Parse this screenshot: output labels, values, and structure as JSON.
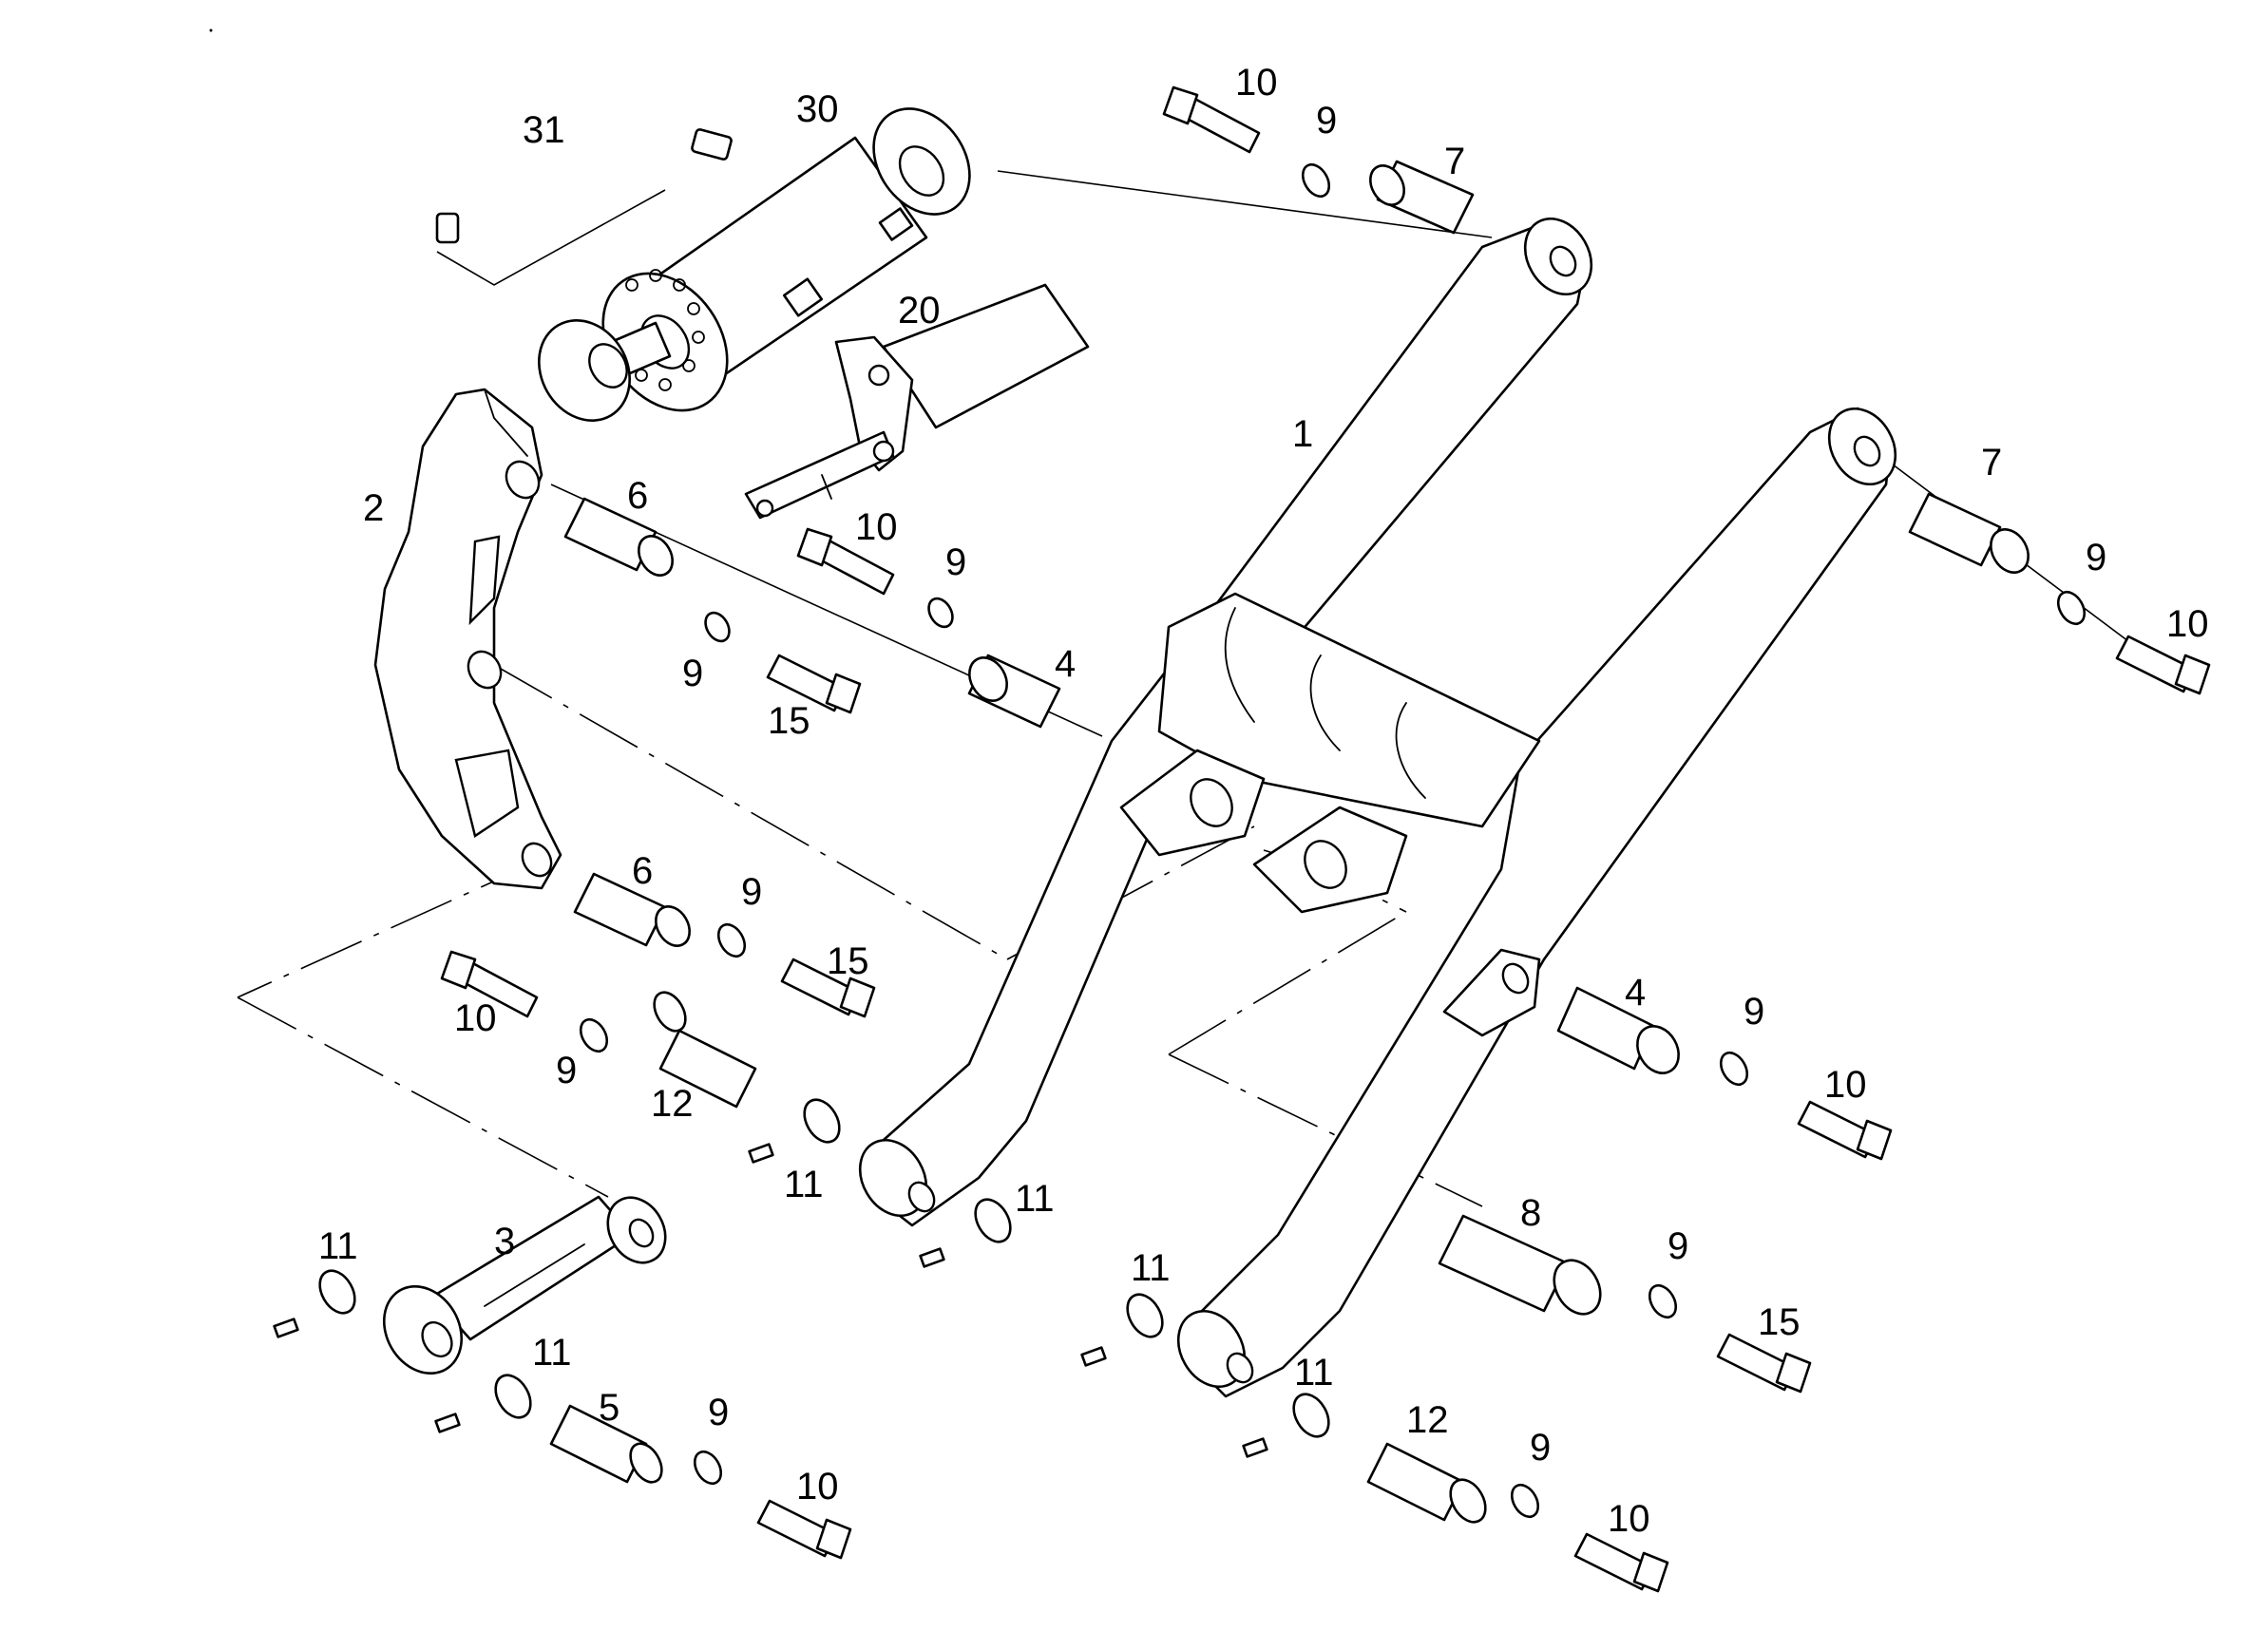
{
  "callouts": [
    {
      "id": "c1",
      "label": "1"
    },
    {
      "id": "c2",
      "label": "2"
    },
    {
      "id": "c3",
      "label": "3"
    },
    {
      "id": "c4a",
      "label": "4"
    },
    {
      "id": "c4b",
      "label": "4"
    },
    {
      "id": "c5",
      "label": "5"
    },
    {
      "id": "c6a",
      "label": "6"
    },
    {
      "id": "c6b",
      "label": "6"
    },
    {
      "id": "c7a",
      "label": "7"
    },
    {
      "id": "c7b",
      "label": "7"
    },
    {
      "id": "c8",
      "label": "8"
    },
    {
      "id": "c9a",
      "label": "9"
    },
    {
      "id": "c9b",
      "label": "9"
    },
    {
      "id": "c9c",
      "label": "9"
    },
    {
      "id": "c9d",
      "label": "9"
    },
    {
      "id": "c9e",
      "label": "9"
    },
    {
      "id": "c9f",
      "label": "9"
    },
    {
      "id": "c9g",
      "label": "9"
    },
    {
      "id": "c9h",
      "label": "9"
    },
    {
      "id": "c9i",
      "label": "9"
    },
    {
      "id": "c9j",
      "label": "9"
    },
    {
      "id": "c10a",
      "label": "10"
    },
    {
      "id": "c10b",
      "label": "10"
    },
    {
      "id": "c10c",
      "label": "10"
    },
    {
      "id": "c10d",
      "label": "10"
    },
    {
      "id": "c10e",
      "label": "10"
    },
    {
      "id": "c10f",
      "label": "10"
    },
    {
      "id": "c10g",
      "label": "10"
    },
    {
      "id": "c11a",
      "label": "11"
    },
    {
      "id": "c11b",
      "label": "11"
    },
    {
      "id": "c11c",
      "label": "11"
    },
    {
      "id": "c11d",
      "label": "11"
    },
    {
      "id": "c11e",
      "label": "11"
    },
    {
      "id": "c11f",
      "label": "11"
    },
    {
      "id": "c12a",
      "label": "12"
    },
    {
      "id": "c12b",
      "label": "12"
    },
    {
      "id": "c15a",
      "label": "15"
    },
    {
      "id": "c15b",
      "label": "15"
    },
    {
      "id": "c15c",
      "label": "15"
    },
    {
      "id": "c20",
      "label": "20"
    },
    {
      "id": "c30",
      "label": "30"
    },
    {
      "id": "c31",
      "label": "31"
    }
  ]
}
